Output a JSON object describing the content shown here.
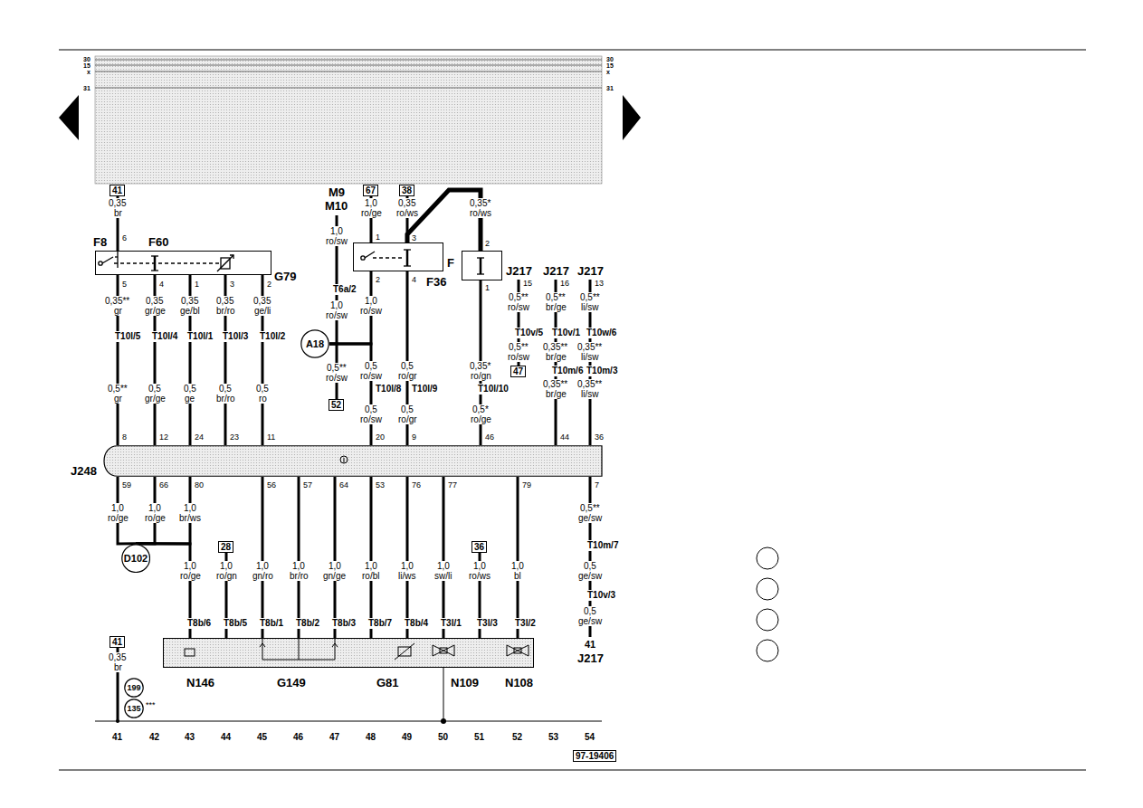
{
  "diagram": {
    "nodes": [
      {
        "text": [
          "41"
        ]
      },
      {
        "text": [
          "67"
        ]
      },
      {
        "text": [
          "38"
        ]
      },
      {
        "text": [
          "G79"
        ]
      },
      {
        "text": [
          "F"
        ]
      },
      {
        "text": [
          "F36"
        ]
      },
      {
        "text": [
          "A18"
        ]
      },
      {
        "text": [
          "52"
        ]
      },
      {
        "text": [
          "47"
        ]
      },
      {
        "text": [
          "J248"
        ]
      },
      {
        "text": [
          "D102"
        ]
      },
      {
        "text": [
          "28"
        ]
      },
      {
        "text": [
          "36"
        ]
      },
      {
        "text": [
          "N146",
          "G149",
          "G81",
          "N109",
          "N108"
        ]
      },
      {
        "text": [
          "41"
        ]
      },
      {
        "text": [
          "199"
        ]
      },
      {
        "text": [
          "135"
        ]
      },
      {
        "text": [
          "97-19406"
        ]
      }
    ],
    "edges": [
      {
        "from": 0,
        "to": 3,
        "arrow": "none"
      },
      {
        "from": 3,
        "to": 9,
        "arrow": "none"
      },
      {
        "from": 3,
        "to": 9,
        "arrow": "none"
      },
      {
        "from": 3,
        "to": 9,
        "arrow": "none"
      },
      {
        "from": 3,
        "to": 9,
        "arrow": "none"
      },
      {
        "from": 3,
        "to": 9,
        "arrow": "none"
      },
      {
        "from": 1,
        "to": 4,
        "arrow": "none"
      },
      {
        "from": 2,
        "to": 4,
        "arrow": "none"
      },
      {
        "from": 4,
        "to": 5,
        "arrow": "none"
      },
      {
        "from": 4,
        "to": 6,
        "arrow": "none"
      },
      {
        "from": 6,
        "to": 7,
        "arrow": "none"
      },
      {
        "from": 6,
        "to": 9,
        "arrow": "none"
      },
      {
        "from": 4,
        "to": 9,
        "arrow": "none"
      },
      {
        "from": 5,
        "to": 9,
        "arrow": "none"
      },
      {
        "from": 9,
        "to": 10,
        "arrow": "none"
      },
      {
        "from": 9,
        "to": 10,
        "arrow": "none"
      },
      {
        "from": 9,
        "to": 10,
        "arrow": "none"
      },
      {
        "from": 10,
        "to": 13,
        "arrow": "none"
      },
      {
        "from": 11,
        "to": 13,
        "arrow": "none"
      },
      {
        "from": 9,
        "to": 13,
        "arrow": "none"
      },
      {
        "from": 9,
        "to": 13,
        "arrow": "none"
      },
      {
        "from": 9,
        "to": 13,
        "arrow": "none"
      },
      {
        "from": 9,
        "to": 13,
        "arrow": "none"
      },
      {
        "from": 9,
        "to": 13,
        "arrow": "none"
      },
      {
        "from": 9,
        "to": 13,
        "arrow": "none"
      },
      {
        "from": 9,
        "to": 13,
        "arrow": "none"
      },
      {
        "from": 12,
        "to": 13,
        "arrow": "none"
      }
    ],
    "labels": [
      "30",
      "15",
      "x",
      "31",
      "30",
      "15",
      "x",
      "31",
      "0,35",
      "br",
      "F8",
      "6",
      "F60",
      "5",
      "0,35**",
      "gr",
      "T10l/5",
      "0,5**",
      "gr",
      "8",
      "4",
      "0,35",
      "gr/ge",
      "T10l/4",
      "0,5",
      "gr/ge",
      "12",
      "1",
      "0,35",
      "ge/bl",
      "T10l/1",
      "0,5",
      "ge",
      "24",
      "3",
      "0,35",
      "br/ro",
      "T10l/3",
      "0,5",
      "br/ro",
      "23",
      "2",
      "0,35",
      "ge/li",
      "T10l/2",
      "0,5",
      "ro",
      "11",
      "M9",
      "M10",
      "1,0",
      "ro/sw",
      "T6a/2",
      "1,0",
      "ro/sw",
      "0,5**",
      "ro/sw",
      "1,0",
      "ro/ge",
      "1",
      "2",
      "1,0",
      "ro/sw",
      "0,5",
      "ro/sw",
      "T10l/8",
      "0,5",
      "ro/sw",
      "20",
      "0,35",
      "ro/ws",
      "3",
      "4",
      "0,5",
      "ro/gr",
      "T10l/9",
      "0,5",
      "ro/gr",
      "9",
      "0,35*",
      "ro/ws",
      "2",
      "1",
      "0,35*",
      "ro/gn",
      "T10l/10",
      "0,5*",
      "ro/ge",
      "46",
      "J217",
      "15",
      "0,5**",
      "ro/sw",
      "T10v/5",
      "0,5**",
      "ro/sw",
      "J217",
      "16",
      "0,5**",
      "br/ge",
      "T10v/1",
      "0,35**",
      "br/ge",
      "T10m/6",
      "0,35**",
      "br/ge",
      "44",
      "J217",
      "13",
      "0,5**",
      "li/sw",
      "T10w/6",
      "0,35**",
      "li/sw",
      "T10m/3",
      "0,35**",
      "li/sw",
      "36",
      "59",
      "1,0",
      "ro/ge",
      "66",
      "1,0",
      "ro/ge",
      "80",
      "1,0",
      "br/ws",
      "1,0",
      "ro/ge",
      "T8b/6",
      "1,0",
      "ro/gn",
      "T8b/5",
      "56",
      "1,0",
      "gn/ro",
      "T8b/1",
      "57",
      "1,0",
      "br/ro",
      "T8b/2",
      "64",
      "1,0",
      "gn/ge",
      "T8b/3",
      "53",
      "1,0",
      "ro/bl",
      "T8b/7",
      "76",
      "1,0",
      "li/ws",
      "T8b/4",
      "77",
      "1,0",
      "sw/li",
      "T3l/1",
      "1,0",
      "ro/ws",
      "T3l/3",
      "79",
      "1,0",
      "bl",
      "T3l/2",
      "7",
      "0,5**",
      "ge/sw",
      "T10m/7",
      "0,5",
      "ge/sw",
      "T10v/3",
      "0,5",
      "ge/sw",
      "41",
      "J217",
      "0,35",
      "br",
      "***",
      "41",
      "42",
      "43",
      "44",
      "45",
      "46",
      "47",
      "48",
      "49",
      "50",
      "51",
      "52",
      "53",
      "54"
    ]
  }
}
